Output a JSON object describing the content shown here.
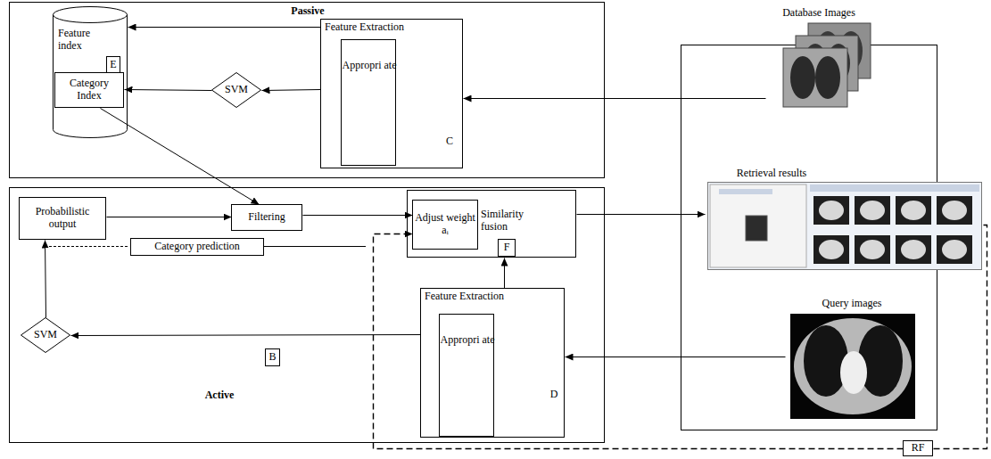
{
  "diagram": {
    "nodes": [
      {
        "text": [
          "Passive"
        ]
      },
      {
        "text": [
          "Feature index"
        ],
        "in": 0
      },
      {
        "text": [
          "E"
        ],
        "in": 1
      },
      {
        "text": [
          "Category Index"
        ],
        "in": 1
      },
      {
        "text": [
          "Feature Extraction",
          "C"
        ],
        "in": 0
      },
      {
        "text": [
          "Appropri ate"
        ],
        "in": 4
      },
      {
        "text": [
          "SVM"
        ],
        "in": 0
      },
      {
        "text": [
          "Active"
        ]
      },
      {
        "text": [
          "Probabilistic output"
        ],
        "in": 7
      },
      {
        "text": [
          "Filtering"
        ],
        "in": 7
      },
      {
        "text": [
          "Similarity fusion"
        ],
        "in": 7
      },
      {
        "text": [
          "Adjust weight aᵢ"
        ],
        "in": 10
      },
      {
        "text": [
          "F"
        ],
        "in": 10
      },
      {
        "text": [
          "Category prediction"
        ],
        "in": 7
      },
      {
        "text": [
          "SVM"
        ],
        "in": 7
      },
      {
        "text": [
          "B"
        ],
        "in": 7
      },
      {
        "text": [
          "Feature Extraction",
          "D"
        ],
        "in": 7
      },
      {
        "text": [
          "Appropri ate"
        ],
        "in": 16
      },
      {
        "text": [
          "Database Images"
        ]
      },
      {
        "text": [
          "Retrieval results"
        ]
      },
      {
        "text": [
          "Query images"
        ]
      },
      {
        "text": [
          "RF"
        ]
      }
    ],
    "edges": [
      {
        "from": 4,
        "to": 1,
        "arrow": "to"
      },
      {
        "from": 4,
        "to": 6,
        "arrow": "to"
      },
      {
        "from": 6,
        "to": 3,
        "arrow": "to"
      },
      {
        "from": 18,
        "to": 4,
        "arrow": "to"
      },
      {
        "from": 3,
        "to": 9,
        "arrow": "to"
      },
      {
        "from": 8,
        "to": 9,
        "arrow": "to"
      },
      {
        "from": 9,
        "to": 11,
        "arrow": "to"
      },
      {
        "from": 14,
        "to": 8,
        "arrow": "to"
      },
      {
        "from": 16,
        "to": 14,
        "arrow": "to"
      },
      {
        "from": 16,
        "to": 10,
        "arrow": "to"
      },
      {
        "from": 20,
        "to": 16,
        "arrow": "to"
      },
      {
        "from": 10,
        "to": 19,
        "arrow": "to"
      },
      {
        "from": 19,
        "to": 21,
        "arrow": "none"
      },
      {
        "from": 21,
        "to": 11,
        "arrow": "to"
      }
    ]
  }
}
